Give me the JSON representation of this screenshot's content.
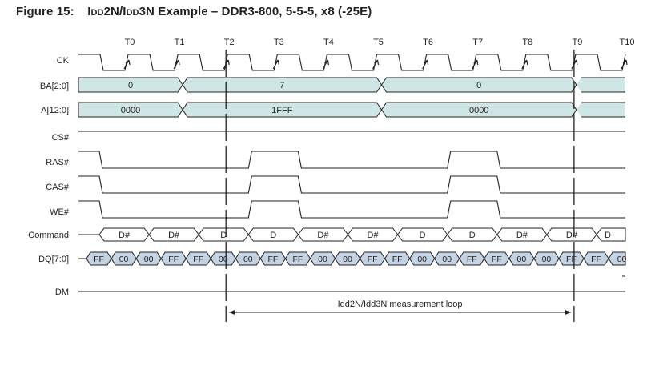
{
  "figure_label": "Figure 15:",
  "title_idd2n": "Idd2N/Idd3N",
  "title_rest": "Example – DDR3-800, 5-5-5, x8 (-25E)",
  "clock_labels": [
    "T0",
    "T1",
    "T2",
    "T3",
    "T4",
    "T5",
    "T6",
    "T7",
    "T8",
    "T9",
    "T10"
  ],
  "signals": {
    "ck": "CK",
    "ba": "BA[2:0]",
    "a": "A[12:0]",
    "cs": "CS#",
    "ras": "RAS#",
    "cas": "CAS#",
    "we": "WE#",
    "command": "Command",
    "dq": "DQ[7:0]",
    "dm": "DM"
  },
  "ba_values": [
    "0",
    "7",
    "0"
  ],
  "a_values": [
    "0000",
    "1FFF",
    "0000"
  ],
  "ras_levels": [
    1,
    0,
    0,
    0,
    1,
    0,
    0,
    0,
    1,
    0,
    0
  ],
  "cas_levels": [
    1,
    0,
    0,
    0,
    1,
    0,
    0,
    0,
    1,
    0,
    0
  ],
  "we_levels": [
    1,
    0,
    0,
    0,
    1,
    0,
    0,
    0,
    1,
    0,
    0
  ],
  "command_values": [
    "D#",
    "D#",
    "D",
    "D",
    "D#",
    "D#",
    "D",
    "D",
    "D#",
    "D#",
    "D"
  ],
  "dq_values": [
    "FF",
    "00",
    "00",
    "FF",
    "FF",
    "00",
    "00",
    "FF",
    "FF",
    "00",
    "00",
    "FF",
    "FF",
    "00",
    "00",
    "FF",
    "FF",
    "00",
    "00",
    "FF",
    "FF",
    "00"
  ],
  "measurement_label": "Idd2N/Idd3N measurement loop",
  "colors": {
    "bus_fill": "#cfe6e7",
    "dq_fill": "#c4d3e3",
    "line": "#231f20"
  }
}
